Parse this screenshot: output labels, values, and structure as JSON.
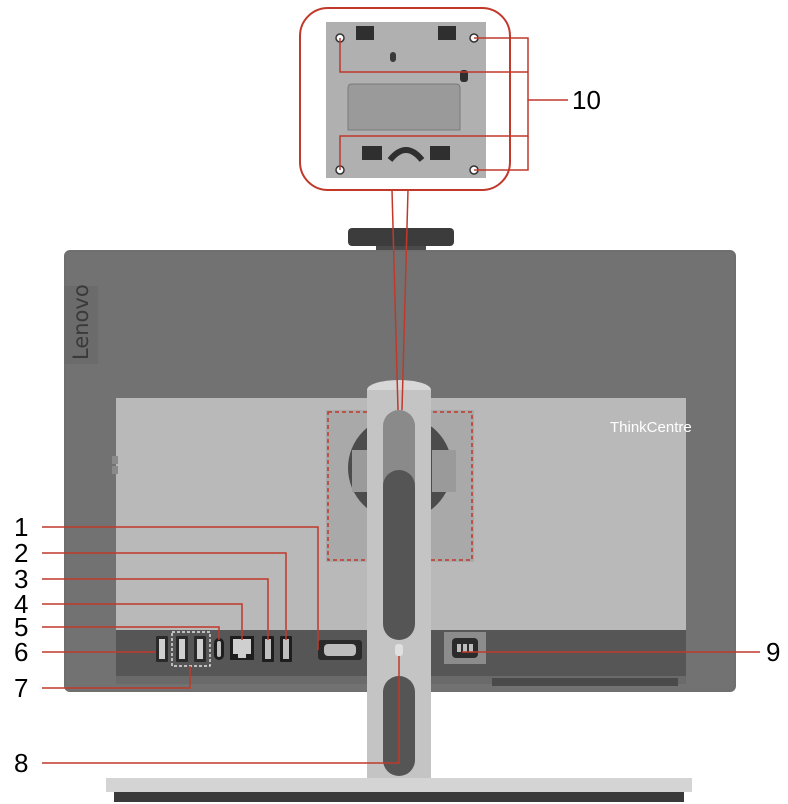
{
  "brand": {
    "lenovo": "Lenovo",
    "thinkcentre": "ThinkCentre"
  },
  "colors": {
    "callout_line": "#c0392b",
    "bezel": "#6f6f6f",
    "back_panel": "#b7b7b7",
    "port_bar": "#555555",
    "stand": "#c4c4c4"
  },
  "callouts": [
    {
      "number": "1",
      "feature": "vga-port"
    },
    {
      "number": "2",
      "feature": "displayport-out"
    },
    {
      "number": "3",
      "feature": "hdmi-port"
    },
    {
      "number": "4",
      "feature": "ethernet-port"
    },
    {
      "number": "5",
      "feature": "usb-c-port"
    },
    {
      "number": "6",
      "feature": "usb-a-port"
    },
    {
      "number": "7",
      "feature": "usb-a-ports-pair"
    },
    {
      "number": "8",
      "feature": "security-lock-slot"
    },
    {
      "number": "9",
      "feature": "power-connector"
    },
    {
      "number": "10",
      "feature": "vesa-mount-holes"
    }
  ]
}
